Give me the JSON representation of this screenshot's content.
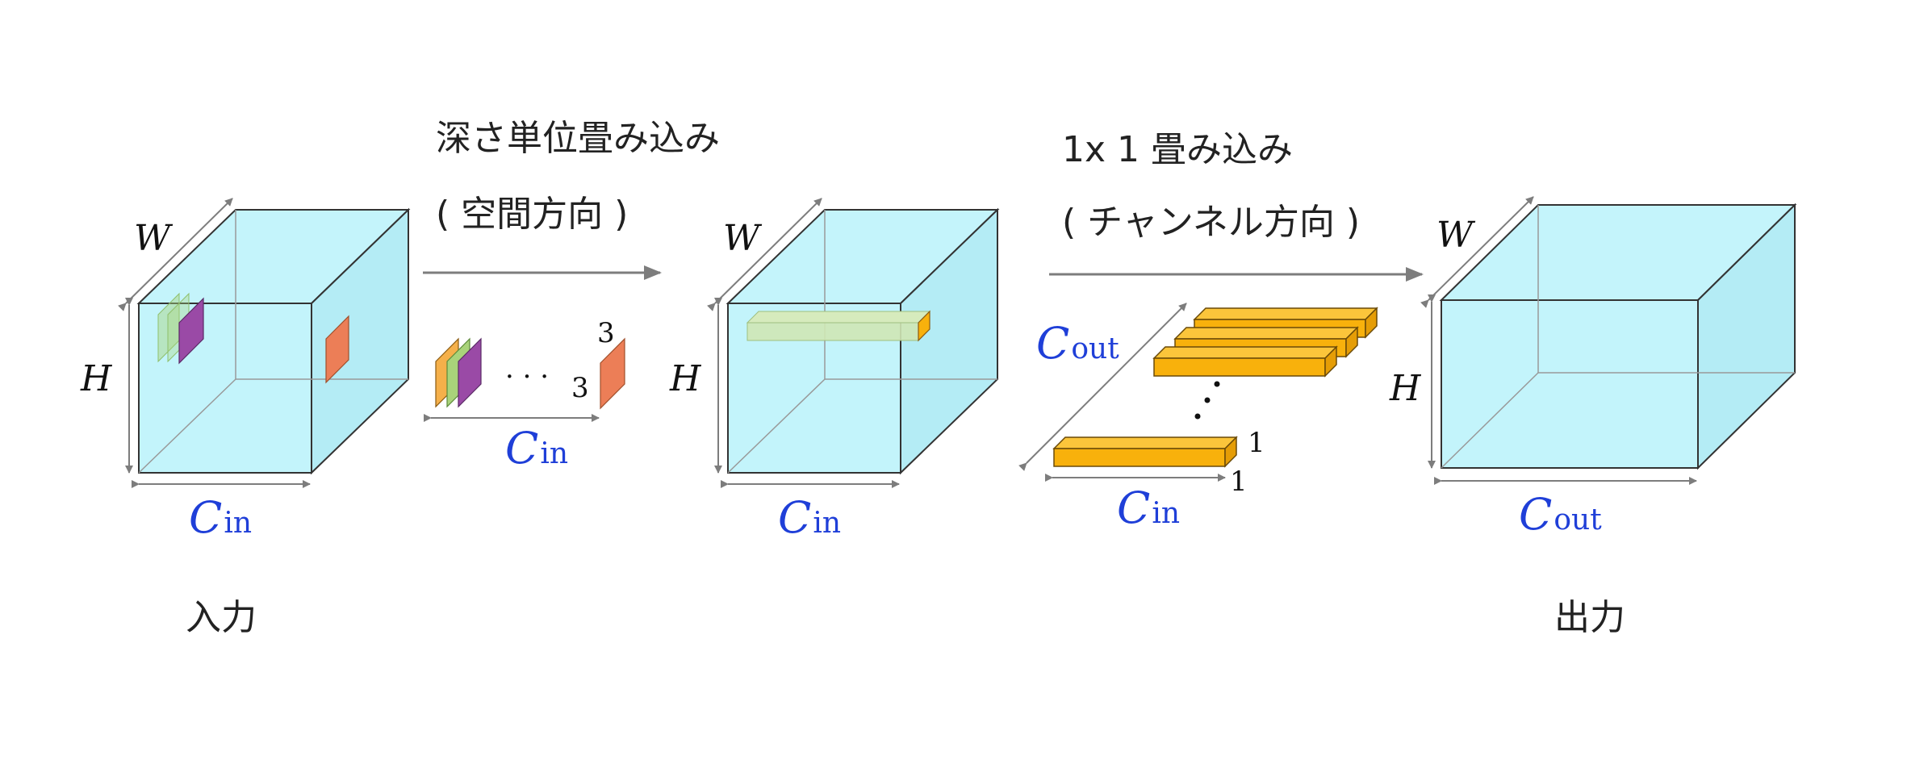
{
  "input_label": "入力",
  "output_label": "出力",
  "depthwise": {
    "line1": "深さ単位畳み込み",
    "line2": "( 空間方向 )"
  },
  "pointwise": {
    "line1": "1x 1 畳み込み",
    "line2": "( チャンネル方向 )"
  },
  "dims": {
    "W": "W",
    "H": "H",
    "C": "C",
    "in": "in",
    "out": "out"
  },
  "kernel_labels": {
    "k1": "3",
    "k2": "3",
    "dots": "· · ·"
  },
  "one_by_one_labels": {
    "a": "1",
    "b": "1"
  },
  "colors": {
    "cube_fill": "#bdf3fb",
    "kernel_orange": "#f5b04a",
    "kernel_green": "#a9d37a",
    "kernel_purple": "#9a4aa6",
    "kernel_salmon": "#ec7e57",
    "filter_gold": "#f8b10c",
    "math_blue": "#1f3fd8",
    "arrow_gray": "#7d7d7d"
  }
}
